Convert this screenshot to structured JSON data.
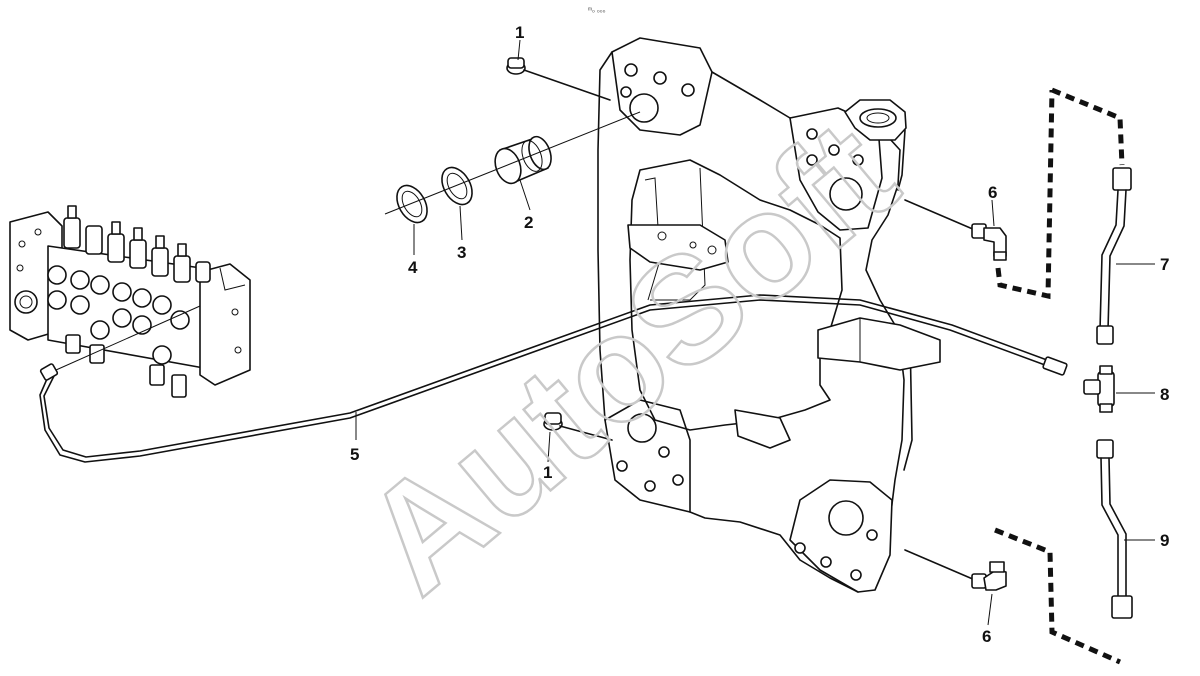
{
  "watermark": "AutoSoft",
  "header_mark": "ᵐ₀ ₀₀₀",
  "callouts": {
    "c1_top": "1",
    "c1_bottom": "1",
    "c2": "2",
    "c3": "3",
    "c4": "4",
    "c5": "5",
    "c6_top": "6",
    "c6_bottom": "6",
    "c7": "7",
    "c8": "8",
    "c9": "9"
  },
  "parts": [
    {
      "id": "1",
      "name": "plug"
    },
    {
      "id": "2",
      "name": "bushing"
    },
    {
      "id": "3",
      "name": "seal-ring"
    },
    {
      "id": "4",
      "name": "seal-ring"
    },
    {
      "id": "5",
      "name": "hydraulic-line"
    },
    {
      "id": "6",
      "name": "elbow-fitting"
    },
    {
      "id": "7",
      "name": "hose"
    },
    {
      "id": "8",
      "name": "tee-fitting"
    },
    {
      "id": "9",
      "name": "hose"
    }
  ]
}
